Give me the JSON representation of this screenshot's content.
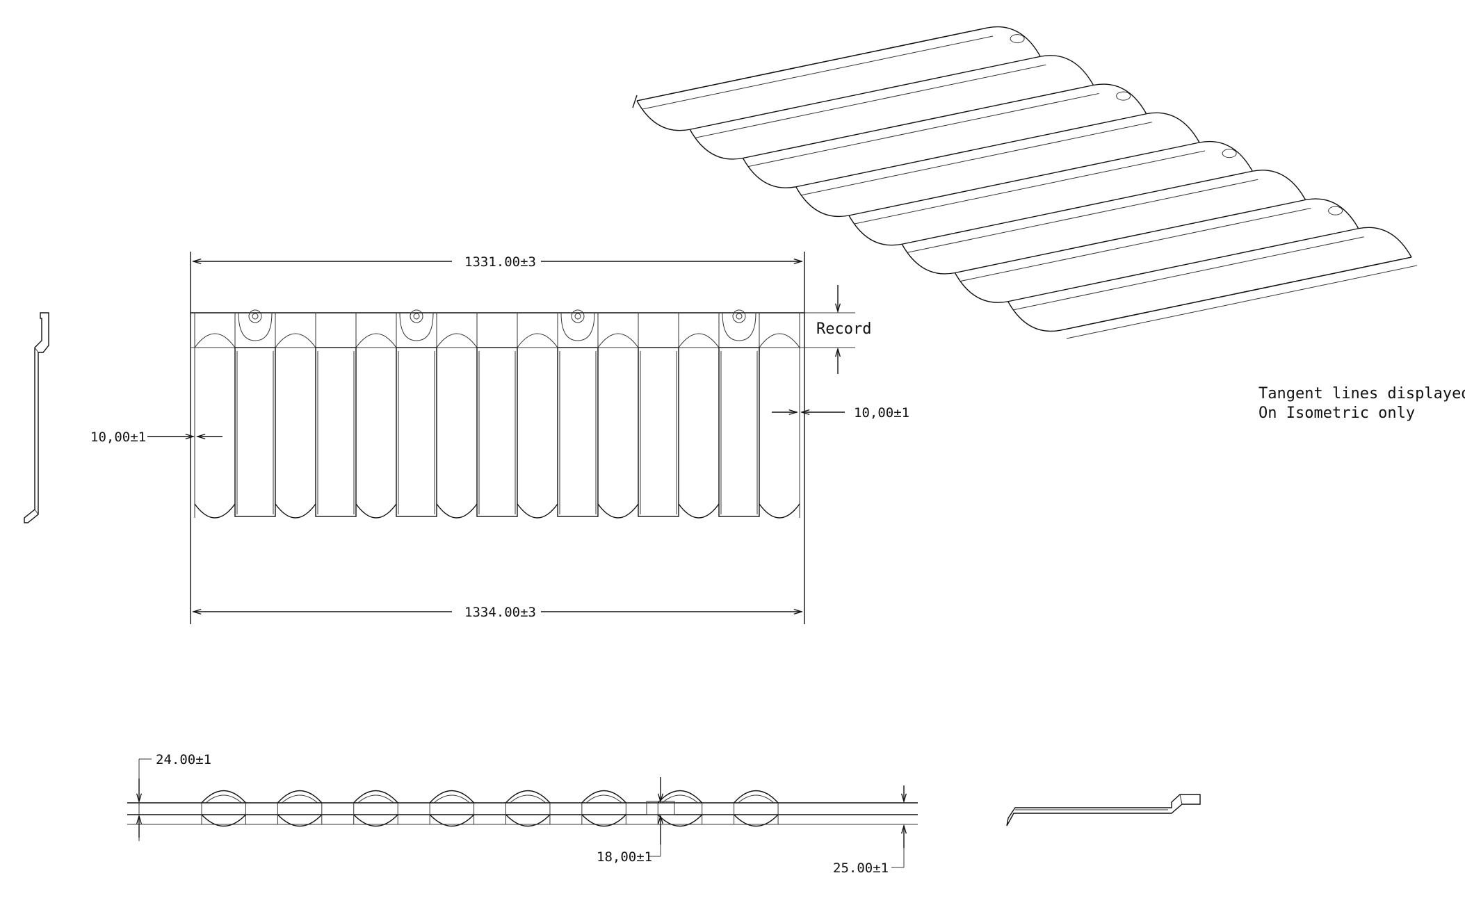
{
  "dimensions": {
    "top_width": "1331.00±3",
    "bottom_width": "1334.00±3",
    "record": "Record",
    "left_overlap": "10,00±1",
    "right_overlap": "10,00±1",
    "profile_height_left": "24.00±1",
    "profile_depth_mid": "18,00±1",
    "profile_height_right": "25.00±1"
  },
  "notes": {
    "line1": "Tangent lines displayed",
    "line2": "On Isometric only"
  }
}
